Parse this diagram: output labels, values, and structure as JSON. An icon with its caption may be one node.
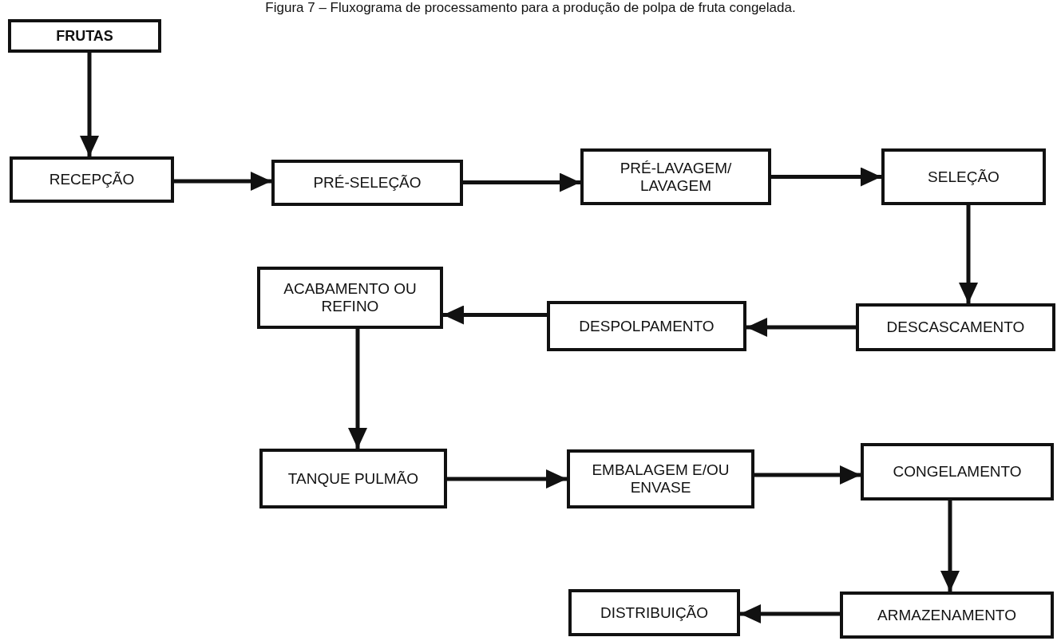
{
  "diagram": {
    "title": "Figura 7 – Fluxograma de processamento para a produção de polpa de fruta congelada.",
    "nodes": [
      {
        "text": [
          "FRUTAS"
        ]
      },
      {
        "text": [
          "RECEPÇÃO"
        ]
      },
      {
        "text": [
          "PRÉ-SELEÇÃO"
        ]
      },
      {
        "text": [
          "PRÉ-LAVAGEM/ LAVAGEM"
        ]
      },
      {
        "text": [
          "SELEÇÃO"
        ]
      },
      {
        "text": [
          "DESCASCAMENTO"
        ]
      },
      {
        "text": [
          "DESPOLPAMENTO"
        ]
      },
      {
        "text": [
          "ACABAMENTO OU REFINO"
        ]
      },
      {
        "text": [
          "TANQUE PULMÃO"
        ]
      },
      {
        "text": [
          "EMBALAGEM E/OU ENVASE"
        ]
      },
      {
        "text": [
          "CONGELAMENTO"
        ]
      },
      {
        "text": [
          "ARMAZENAMENTO"
        ]
      },
      {
        "text": [
          "DISTRIBUIÇÃO"
        ]
      }
    ],
    "edges": [
      {
        "from": 0,
        "to": 1,
        "arrow": "to"
      },
      {
        "from": 1,
        "to": 2,
        "arrow": "to"
      },
      {
        "from": 2,
        "to": 3,
        "arrow": "to"
      },
      {
        "from": 3,
        "to": 4,
        "arrow": "to"
      },
      {
        "from": 4,
        "to": 5,
        "arrow": "to"
      },
      {
        "from": 5,
        "to": 6,
        "arrow": "to"
      },
      {
        "from": 6,
        "to": 7,
        "arrow": "to"
      },
      {
        "from": 7,
        "to": 8,
        "arrow": "to"
      },
      {
        "from": 8,
        "to": 9,
        "arrow": "to"
      },
      {
        "from": 9,
        "to": 10,
        "arrow": "to"
      },
      {
        "from": 10,
        "to": 11,
        "arrow": "to"
      },
      {
        "from": 11,
        "to": 12,
        "arrow": "to"
      }
    ]
  }
}
